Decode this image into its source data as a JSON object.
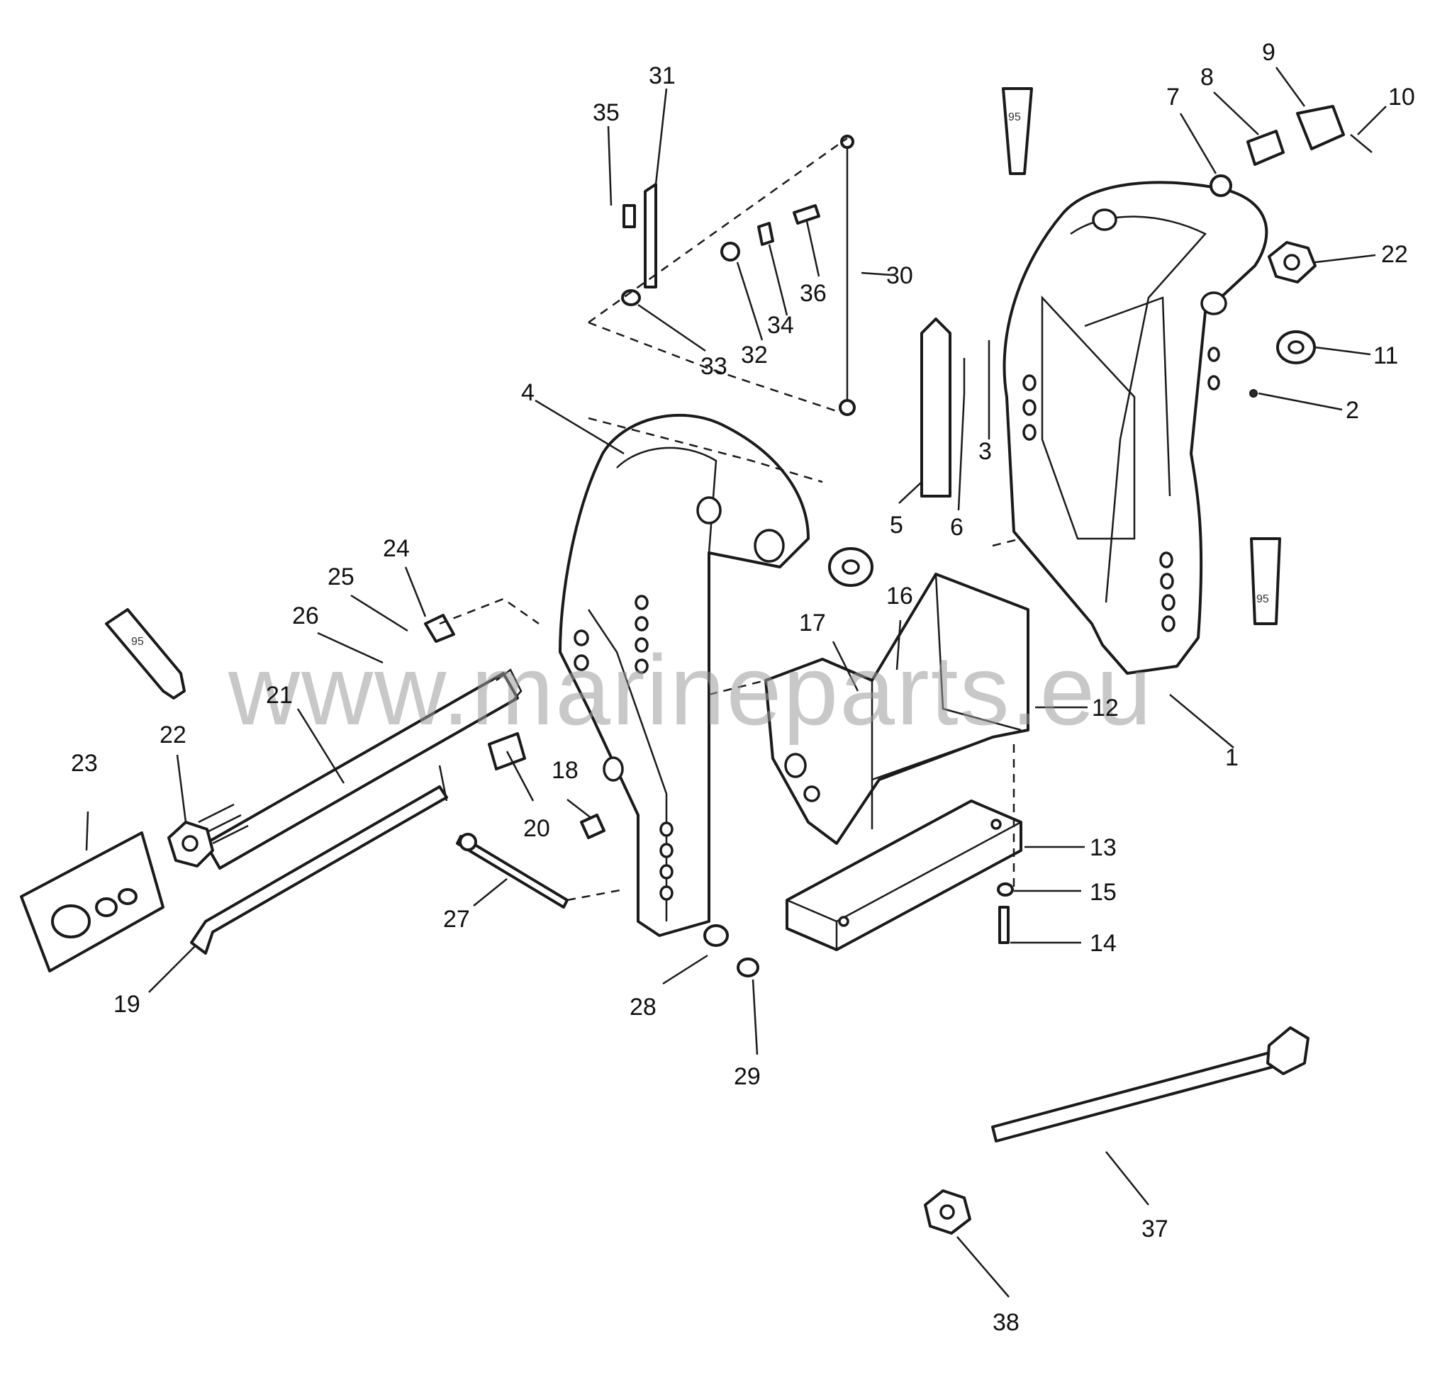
{
  "watermark": "www.marineparts.eu",
  "tube_label": "95",
  "callouts": [
    "1",
    "2",
    "3",
    "4",
    "5",
    "6",
    "7",
    "8",
    "9",
    "10",
    "11",
    "12",
    "13",
    "14",
    "15",
    "16",
    "17",
    "18",
    "19",
    "20",
    "21",
    "22",
    "22",
    "23",
    "24",
    "25",
    "26",
    "27",
    "28",
    "29",
    "30",
    "31",
    "32",
    "33",
    "34",
    "35",
    "36",
    "37",
    "38"
  ],
  "colors": {
    "line": "#1a1a1a",
    "watermark": "#9a9a9a",
    "background": "#ffffff"
  }
}
